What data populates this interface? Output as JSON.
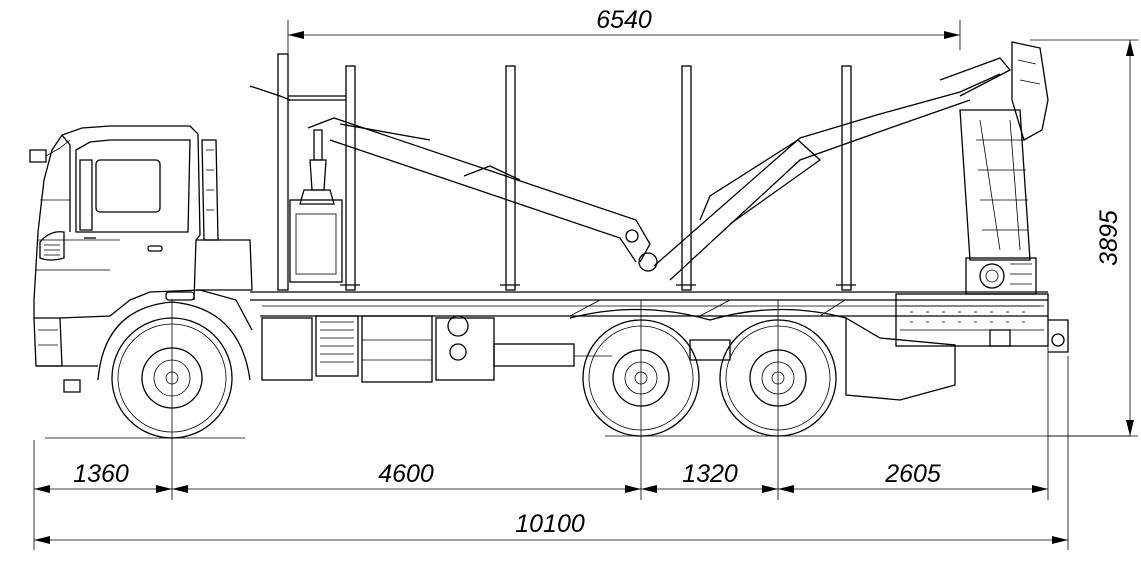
{
  "dimensions": {
    "body_length": "6540",
    "overall_height": "3895",
    "front_overhang": "1360",
    "wheelbase": "4600",
    "rear_axle_spacing": "1320",
    "rear_overhang": "2605",
    "overall_length": "10100"
  },
  "colors": {
    "line": "#000000",
    "background": "#ffffff"
  }
}
